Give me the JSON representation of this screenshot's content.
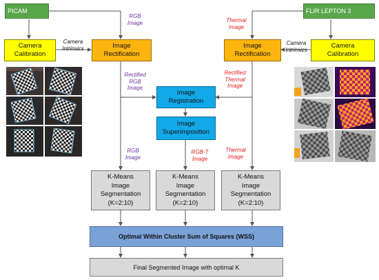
{
  "sources": {
    "rgb_camera": "PICAM",
    "thermal_camera": "FLIR LEPTON 3"
  },
  "boxes": {
    "camera_calibration_left": "Camera\nCalibration",
    "camera_calibration_right": "Camera\nCalibration",
    "image_rectification_left": "Image\nRectification",
    "image_rectification_right": "Image\nRectification",
    "image_registration": "Image\nRegistration",
    "image_superimposition": "Image\nSuperimposition",
    "kmeans_rgb": "K-Means\nImage\nSegmentation\n(K=2:10)",
    "kmeans_rgbt": "K-Means\nImage\nSegmentation\n(K=2:10)",
    "kmeans_thermal": "K-Means\nImage\nSegmentation\n(K=2:10)",
    "wss": "Optimal Within Cluster Sum of Squares (WSS)",
    "final": "Final Segmented Image with optimal K"
  },
  "labels": {
    "rgb_image_top": "RGB\nImage",
    "camera_intrinsics_left": "Camera\nIntrinsics",
    "rectified_rgb_image": "Rectified\nRGB\nImage",
    "thermal_image_top": "Thermal\nImage",
    "camera_intrinsics_right": "Camera\nIntrinsics",
    "rectified_thermal_image": "Rectified\nThermal\nImage",
    "rgb_image_bottom": "RGB\nImage",
    "rgbt_image": "RGB-T\nImage",
    "thermal_image_bottom": "Thermal\nImage"
  },
  "colors": {
    "source_green": "#5aa64b",
    "calibration_yellow": "#ffff00",
    "rectification_orange": "#fbb50f",
    "registration_blue": "#13a9e8",
    "segmentation_grey": "#d9d9d9",
    "wss_blue": "#7ba2d8",
    "label_purple": "#7030a0",
    "label_red": "#e11c1c"
  },
  "images": {
    "left": "checkerboard-rgb-calibration-photos",
    "right": "checkerboard-thermal-calibration-photos"
  }
}
